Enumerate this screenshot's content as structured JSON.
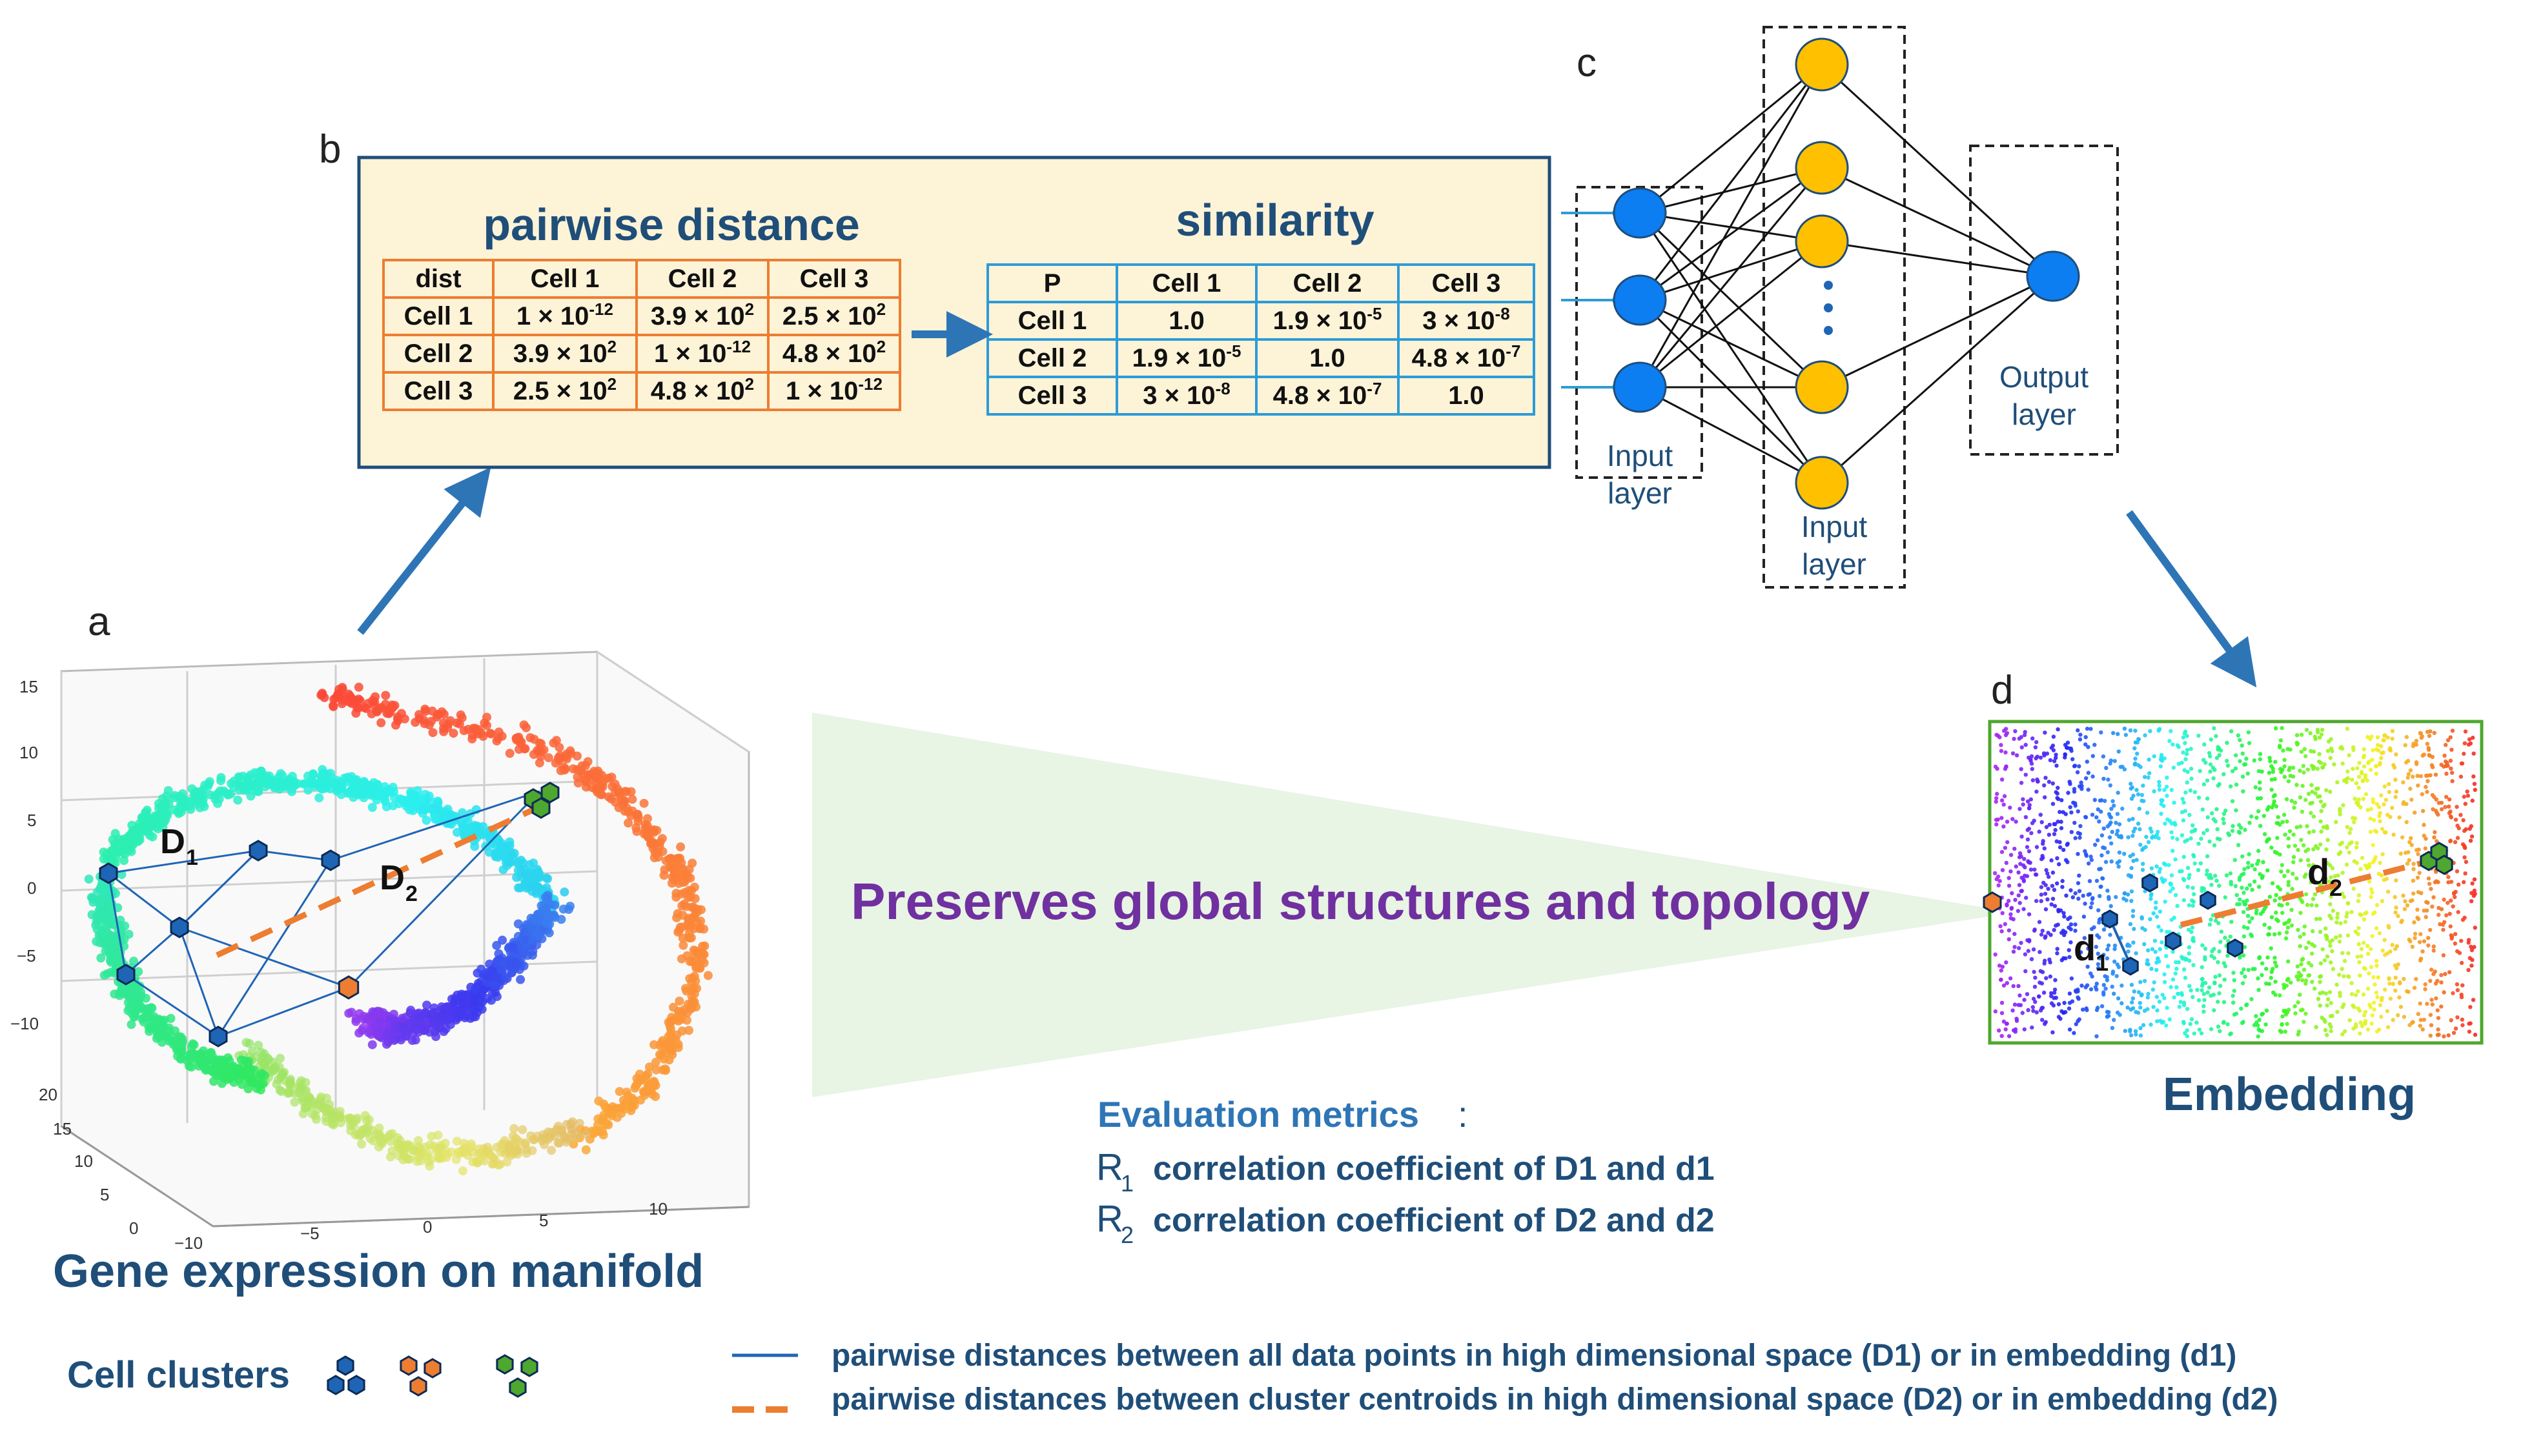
{
  "panel_letters": {
    "a": "a",
    "b": "b",
    "c": "c",
    "d": "d"
  },
  "panel_b": {
    "distance_title": "pairwise distance",
    "similarity_title": "similarity",
    "distance_table": {
      "header": [
        "dist",
        "Cell 1",
        "Cell 2",
        "Cell 3"
      ],
      "rows": [
        [
          "Cell 1",
          "1 × 10^-12",
          "3.9 × 10^2",
          "2.5 × 10^2"
        ],
        [
          "Cell 2",
          "3.9 × 10^2",
          "1 × 10^-12",
          "4.8 × 10^2"
        ],
        [
          "Cell 3",
          "2.5 × 10^2",
          "4.8 × 10^2",
          "1 × 10^-12"
        ]
      ]
    },
    "similarity_table": {
      "header": [
        "P",
        "Cell 1",
        "Cell 2",
        "Cell 3"
      ],
      "rows": [
        [
          "Cell 1",
          "1.0",
          "1.9 × 10^-5",
          "3 × 10^-8"
        ],
        [
          "Cell 2",
          "1.9 × 10^-5",
          "1.0",
          "4.8 × 10^-7"
        ],
        [
          "Cell 3",
          "3 × 10^-8",
          "4.8 × 10^-7",
          "1.0"
        ]
      ]
    },
    "colors": {
      "panel_fill": "#fdf3d7",
      "panel_border": "#1f4e79",
      "distance_border": "#ed7d31",
      "similarity_border": "#2e9bd6",
      "title": "#1f4e79"
    }
  },
  "panel_c": {
    "input_layer_label": [
      "Input",
      "layer"
    ],
    "hidden_layer_label": [
      "Input",
      "layer"
    ],
    "output_layer_label": [
      "Output",
      "layer"
    ],
    "colors": {
      "input_node": "#0d7df2",
      "hidden_node": "#ffc000",
      "output_node": "#0d7df2"
    }
  },
  "panel_a": {
    "caption": "Gene expression on manifold",
    "labels": {
      "D1": "D",
      "D1_sub": "1",
      "D2": "D",
      "D2_sub": "2"
    },
    "y_ticks": [
      "15",
      "10",
      "5",
      "0",
      "−5",
      "−10"
    ],
    "depth_ticks": [
      "20",
      "15",
      "10",
      "5",
      "0"
    ],
    "x_ticks": [
      "−10",
      "−5",
      "0",
      "5",
      "10"
    ]
  },
  "panel_d": {
    "caption": "Embedding",
    "labels": {
      "d1": "d",
      "d1_sub": "1",
      "d2": "d",
      "d2_sub": "2"
    }
  },
  "center": {
    "headline": "Preserves global structures and topology",
    "metrics_title": "Evaluation metrics",
    "metrics_colon": ":",
    "metric_r1_letter": "R",
    "metric_r1_sub": "1",
    "metric_r1_text": "correlation coefficient of D1 and d1",
    "metric_r2_letter": "R",
    "metric_r2_sub": "2",
    "metric_r2_text": "correlation coefficient of D2 and d2",
    "colors": {
      "headline": "#7030a0",
      "metrics_title": "#2e75b6",
      "metrics_text": "#1f4e79",
      "funnel": "#e8f4e4"
    }
  },
  "legend": {
    "clusters_label": "Cell clusters",
    "solid_line_text": "pairwise distances between all data points in high dimensional space (D1) or in embedding (d1)",
    "dashed_line_text": "pairwise distances between cluster centroids in high dimensional space (D2) or in embedding (d2)",
    "colors": {
      "blue_cluster": "#1f65b5",
      "orange_cluster": "#ed7d31",
      "green_cluster": "#4ea72e",
      "text": "#1f4e79"
    }
  }
}
